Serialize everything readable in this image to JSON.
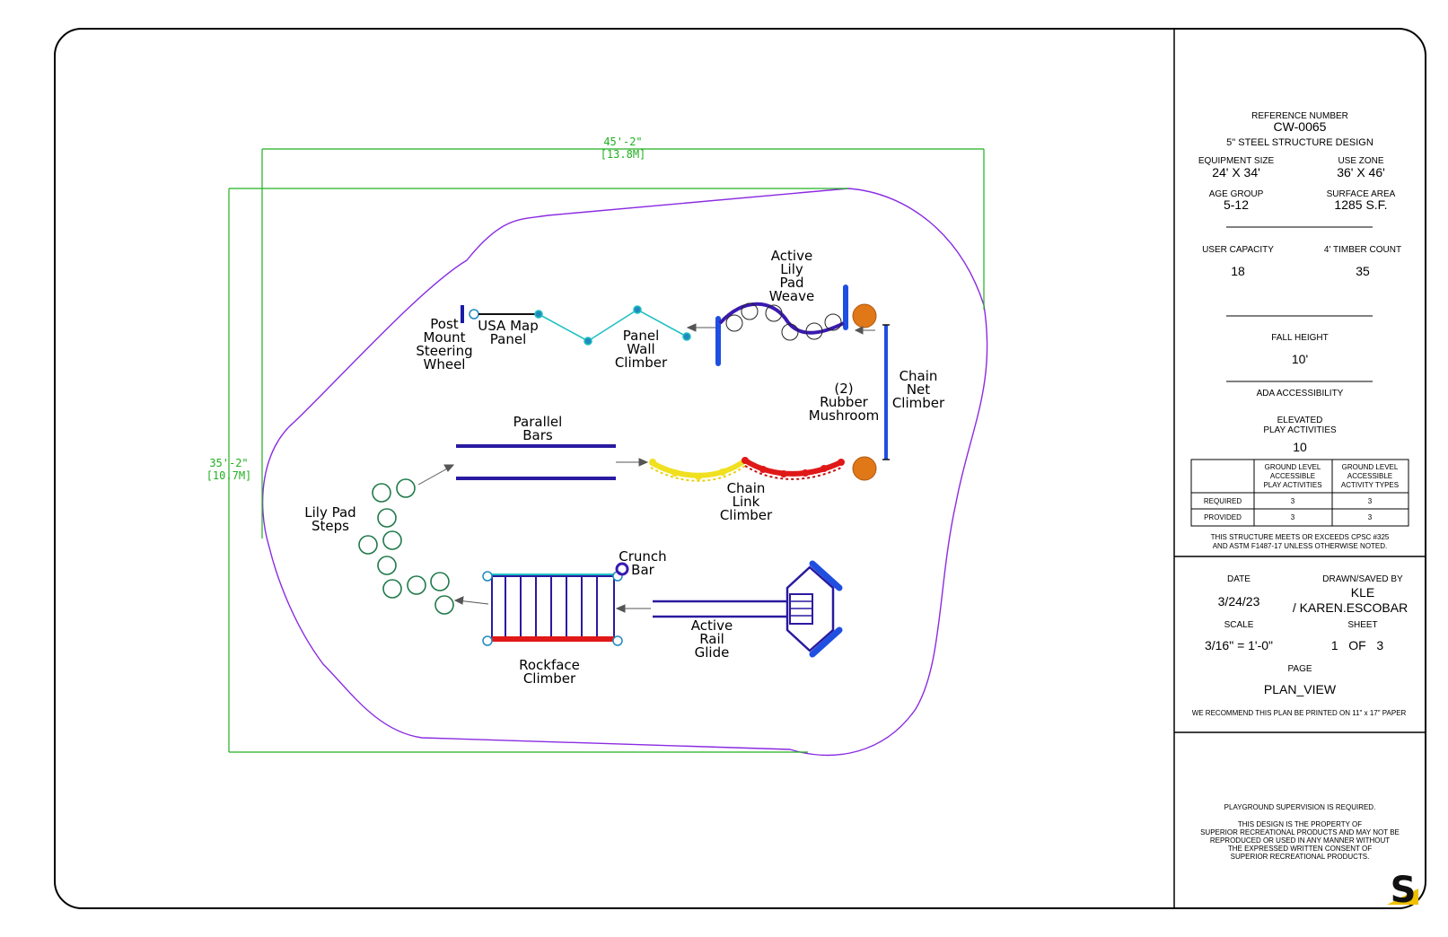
{
  "colors": {
    "boundary": "#8a2be2",
    "dimension": "#20b020",
    "structure": "#1a1aa8",
    "accent_blue": "#1f4fe0",
    "panel_cyan": "#20c0c0",
    "chain_red": "#e01818",
    "chain_yellow": "#f0e020",
    "mushroom": "#e07818",
    "lily_green": "#1f7a4a"
  },
  "dimensions": {
    "width_ft": "45'-2\"",
    "width_m": "[13.8M]",
    "depth_ft": "35'-2\"",
    "depth_m": "[10.7M]"
  },
  "components": {
    "steering": [
      "Post",
      "Mount",
      "Steering",
      "Wheel"
    ],
    "usa_map": [
      "USA Map",
      "Panel"
    ],
    "panel_wall": [
      "Panel",
      "Wall",
      "Climber"
    ],
    "lily_weave": [
      "Active",
      "Lily",
      "Pad",
      "Weave"
    ],
    "chain_net": [
      "Chain",
      "Net",
      "Climber"
    ],
    "mushroom": [
      "(2)",
      "Rubber",
      "Mushroom"
    ],
    "parallel_bars": [
      "Parallel",
      "Bars"
    ],
    "chain_link": [
      "Chain",
      "Link",
      "Climber"
    ],
    "lily_steps": [
      "Lily Pad",
      "Steps"
    ],
    "crunch_bar": [
      "Crunch",
      "Bar"
    ],
    "rail_glide": [
      "Active",
      "Rail",
      "Glide"
    ],
    "rockface": [
      "Rockface",
      "Climber"
    ]
  },
  "title_block": {
    "reference_label": "REFERENCE NUMBER",
    "reference_number": "CW-0065",
    "structure_design": "5\" STEEL STRUCTURE DESIGN",
    "equipment_size_label": "EQUIPMENT SIZE",
    "equipment_size": "24' X 34'",
    "use_zone_label": "USE ZONE",
    "use_zone": "36' X 46'",
    "age_group_label": "AGE GROUP",
    "age_group": "5-12",
    "surface_area_label": "SURFACE AREA",
    "surface_area": "1285 S.F.",
    "user_capacity_label": "USER CAPACITY",
    "user_capacity": "18",
    "timber_count_label": "4' TIMBER COUNT",
    "timber_count": "35",
    "fall_height_label": "FALL HEIGHT",
    "fall_height": "10'",
    "ada_label": "ADA ACCESSIBILITY",
    "elevated_label_1": "ELEVATED",
    "elevated_label_2": "PLAY ACTIVITIES",
    "elevated_value": "10",
    "table": {
      "col1": [
        "GROUND LEVEL",
        "ACCESSIBLE",
        "PLAY ACTIVITIES"
      ],
      "col2": [
        "GROUND LEVEL",
        "ACCESSIBLE",
        "ACTIVITY TYPES"
      ],
      "rows": [
        {
          "label": "REQUIRED",
          "a": "3",
          "b": "3"
        },
        {
          "label": "PROVIDED",
          "a": "3",
          "b": "3"
        }
      ]
    },
    "compliance_1": "THIS STRUCTURE MEETS OR EXCEEDS CPSC #325",
    "compliance_2": "AND ASTM F1487-17 UNLESS OTHERWISE NOTED.",
    "date_label": "DATE",
    "date": "3/24/23",
    "drawn_label": "DRAWN/SAVED BY",
    "drawn_1": "KLE",
    "drawn_2": "/ KAREN.ESCOBAR",
    "scale_label": "SCALE",
    "scale": "3/16\" = 1'-0\"",
    "sheet_label": "SHEET",
    "sheet": "1   OF   3",
    "page_label": "PAGE",
    "page": "PLAN_VIEW",
    "print_note": "WE RECOMMEND THIS PLAN BE PRINTED ON 11\" x 17\" PAPER",
    "supervision": "PLAYGROUND SUPERVISION IS REQUIRED.",
    "property_1": "THIS DESIGN IS THE PROPERTY OF",
    "property_2": "SUPERIOR RECREATIONAL PRODUCTS AND MAY NOT BE",
    "property_3": "REPRODUCED OR USED IN ANY MANNER WITHOUT",
    "property_4": "THE EXPRESSED WRITTEN CONSENT OF",
    "property_5": "SUPERIOR RECREATIONAL PRODUCTS.",
    "logo_letter": "S"
  }
}
